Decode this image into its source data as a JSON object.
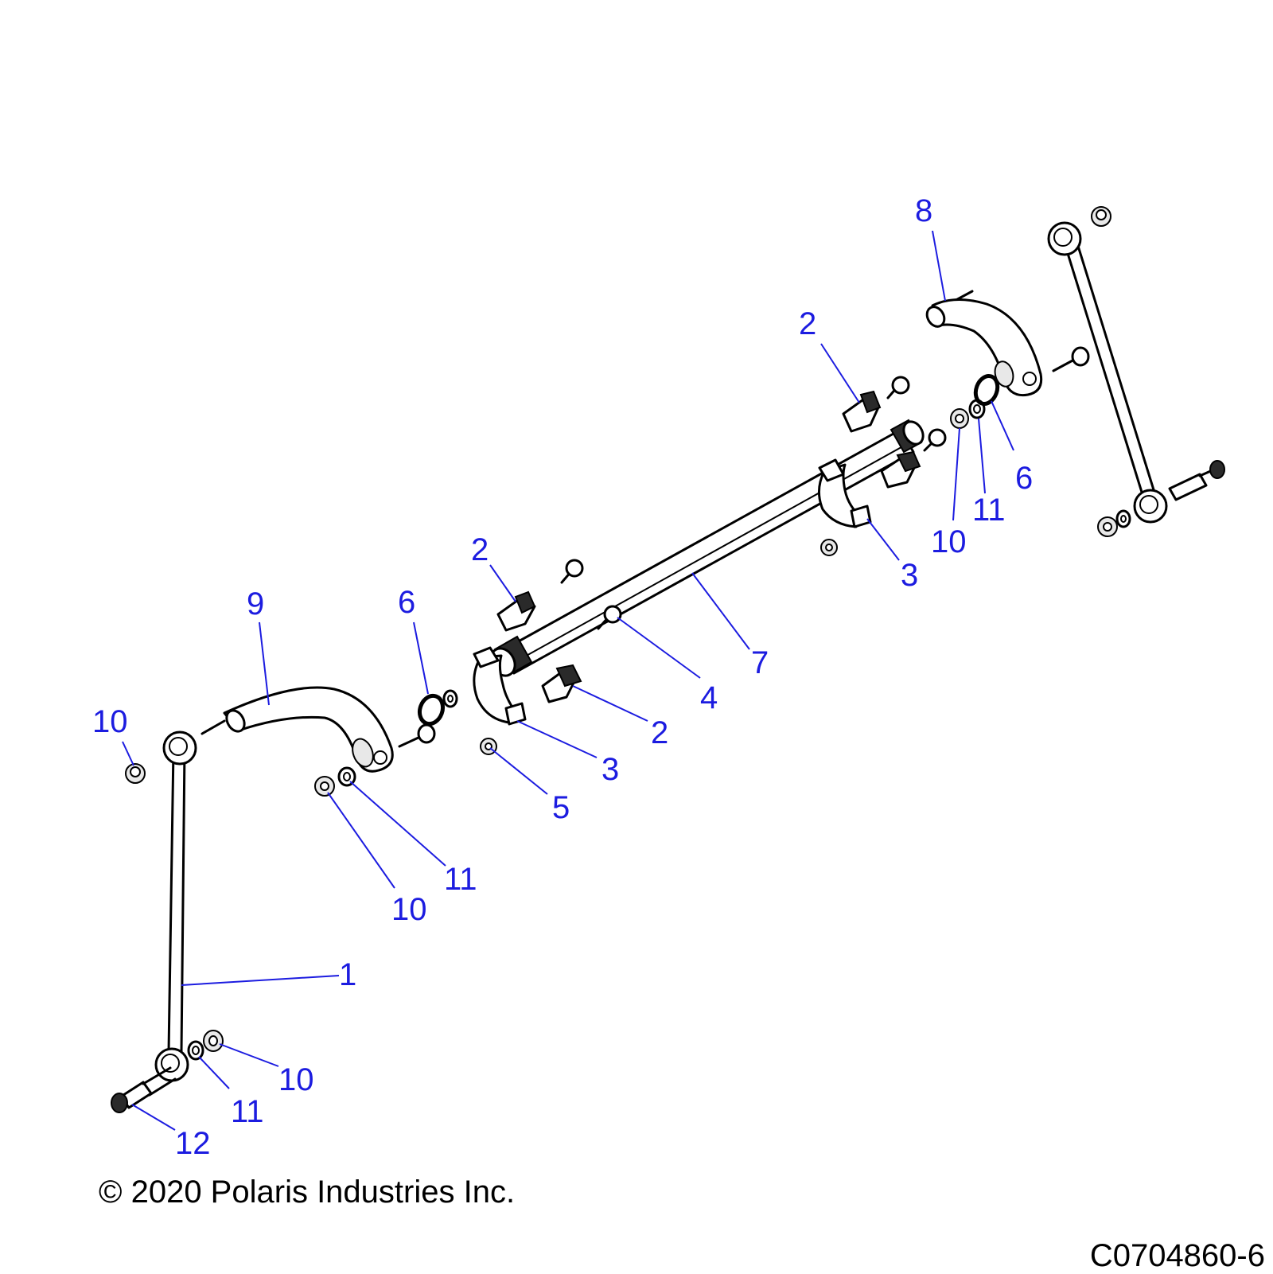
{
  "callouts": {
    "c1": "1",
    "c2a": "2",
    "c2b": "2",
    "c2c": "2",
    "c3a": "3",
    "c3b": "3",
    "c4": "4",
    "c5": "5",
    "c6a": "6",
    "c6b": "6",
    "c7": "7",
    "c8": "8",
    "c9": "9",
    "c10a": "10",
    "c10b": "10",
    "c10c": "10",
    "c10d": "10",
    "c11a": "11",
    "c11b": "11",
    "c11c": "11",
    "c12": "12"
  },
  "footer": {
    "copyright": "© 2020 Polaris Industries Inc.",
    "drawing_number": "C0704860-6"
  },
  "colors": {
    "callout": "#1c1ce0",
    "line_art": "#000000",
    "background": "#ffffff"
  }
}
